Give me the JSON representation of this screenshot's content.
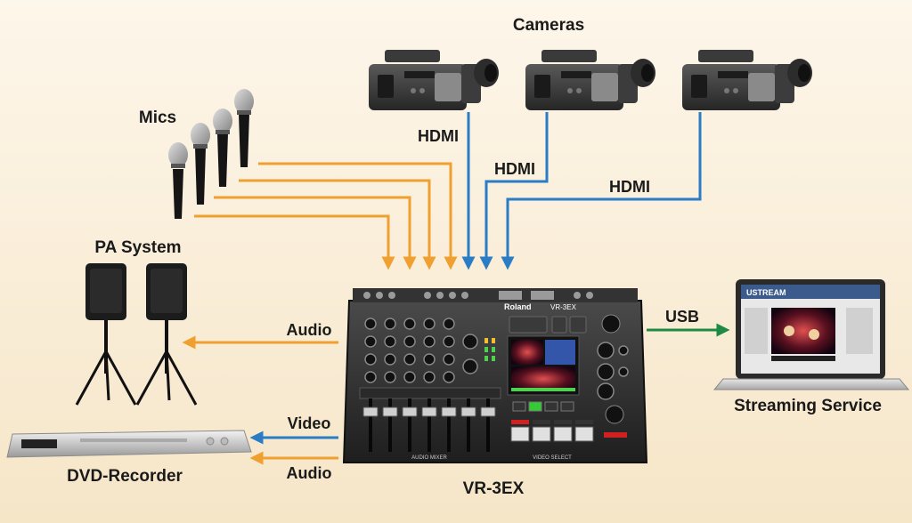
{
  "labels": {
    "cameras": "Cameras",
    "mics": "Mics",
    "pa_system": "PA System",
    "dvd_recorder": "DVD-Recorder",
    "streaming_service": "Streaming Service",
    "mixer": "VR-3EX"
  },
  "connections": {
    "hdmi_1": "HDMI",
    "hdmi_2": "HDMI",
    "hdmi_3": "HDMI",
    "usb": "USB",
    "audio_out_pa": "Audio",
    "video_out_dvd": "Video",
    "audio_out_dvd": "Audio"
  },
  "device_text": {
    "brand": "Roland",
    "model": "VR-3EX",
    "audio_mixer": "AUDIO MIXER",
    "video_select": "VIDEO SELECT",
    "ustream": "USTREAM"
  },
  "colors": {
    "audio": "#f0a030",
    "video": "#2a7cc4",
    "usb": "#1e8a44"
  }
}
